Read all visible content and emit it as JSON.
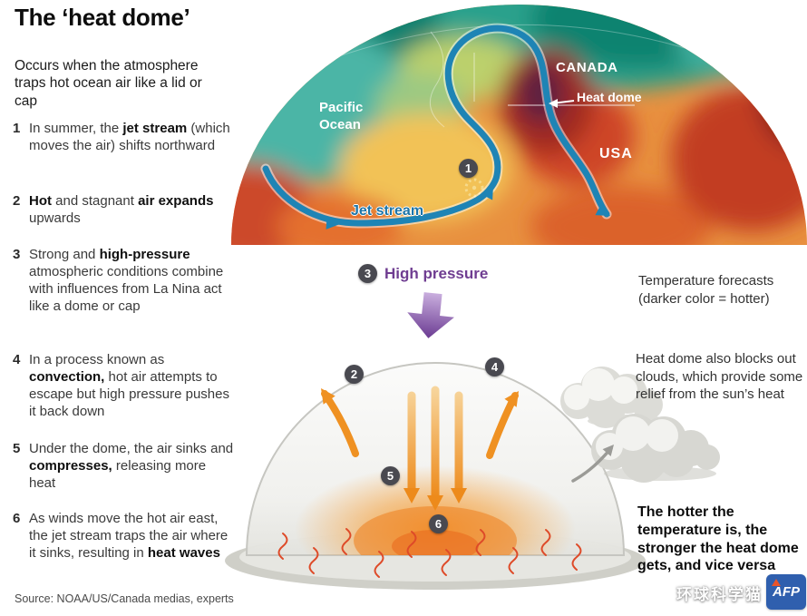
{
  "header": {
    "title": "The ‘heat dome’",
    "subtitle": "Occurs when the atmosphere traps hot ocean air like a lid or cap"
  },
  "steps": [
    {
      "num": "1",
      "html": "In summer, the <b>jet stream</b> (which moves the air) shifts northward"
    },
    {
      "num": "2",
      "html": "<b>Hot</b> and stagnant <b>air expands</b> upwards"
    },
    {
      "num": "3",
      "html": "Strong and <b>high-pressure</b> atmospheric conditions combine with influences from La Nina act like a dome or cap"
    },
    {
      "num": "4",
      "html": "In a process known as <b>convection,</b> hot air attempts to escape but high pressure pushes it back down"
    },
    {
      "num": "5",
      "html": "Under the dome, the air sinks and <b>compresses,</b> releasing more heat"
    },
    {
      "num": "6",
      "html": "As winds move the hot air east, the jet stream traps the air where it sinks, resulting in <b>heat waves</b>"
    }
  ],
  "map": {
    "pacific_ocean": "Pacific Ocean",
    "canada": "CANADA",
    "heat_dome": "Heat dome",
    "usa": "USA",
    "jet_stream": "Jet stream",
    "badge1": "1"
  },
  "pressure": {
    "badge3": "3",
    "label": "High pressure"
  },
  "dome_badges": {
    "b2": "2",
    "b4": "4",
    "b5": "5",
    "b6": "6"
  },
  "notes": {
    "forecast": "Temperature forecasts (darker color = hotter)",
    "clouds": "Heat dome also blocks out clouds, which provide some relief from the sun’s heat",
    "hotter": "The hotter the temperature is, the stronger the heat dome gets, and vice versa"
  },
  "footer": {
    "source": "Source: NOAA/US/Canada medias, experts",
    "logo": "AFP",
    "watermark": "环球科学猫"
  },
  "colors": {
    "jet_stream": "#1e84b5",
    "high_pressure": "#6f3d91",
    "heat_orange": "#ee8418",
    "squiggle": "#de4a28",
    "badge_bg": "#494950",
    "afp_blue": "#2f5fae"
  }
}
